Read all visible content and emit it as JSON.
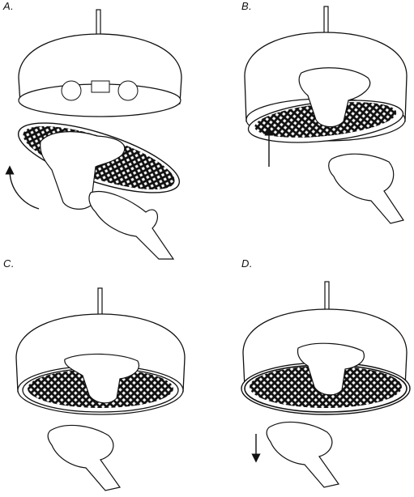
{
  "steps": [
    {
      "label": "A."
    },
    {
      "label": "B."
    },
    {
      "label": "C."
    },
    {
      "label": "D."
    }
  ],
  "icons": {
    "rotate": "rotate-arrow-icon",
    "up": "up-arrow-icon",
    "down": "down-arrow-icon"
  }
}
